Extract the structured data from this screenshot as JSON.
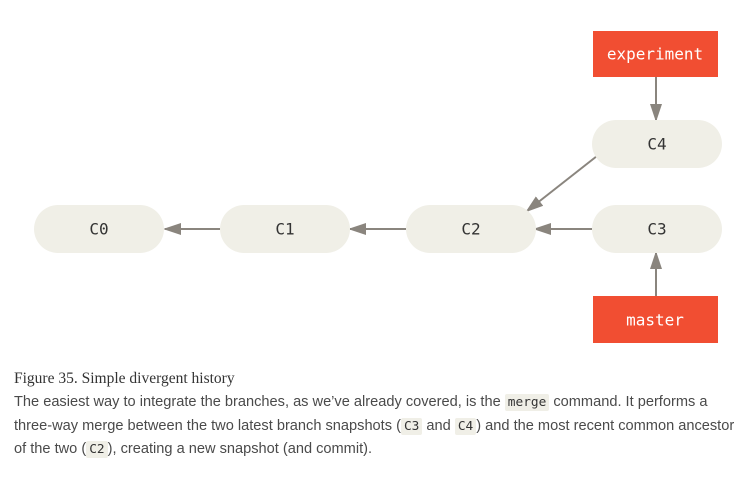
{
  "diagram": {
    "commits": [
      "C0",
      "C1",
      "C2",
      "C3",
      "C4"
    ],
    "branches": {
      "experiment": "experiment",
      "master": "master"
    },
    "colors": {
      "commit_fill": "#f0efe7",
      "commit_text": "#333333",
      "branch_fill": "#f14e32",
      "branch_text": "#ffffff",
      "arrow": "#8a857e"
    }
  },
  "caption": {
    "figure_label": "Figure 35. Simple divergent history",
    "p1": "The easiest way to integrate the branches, as we’ve already covered, is the ",
    "code_merge": "merge",
    "p2": " command. It performs a three-way merge between the two latest branch snapshots (",
    "code_c3": "C3",
    "p3": " and ",
    "code_c4": "C4",
    "p4": ") and the most recent common ancestor of the two (",
    "code_c2": "C2",
    "p5": "), creating a new snapshot (and commit)."
  }
}
